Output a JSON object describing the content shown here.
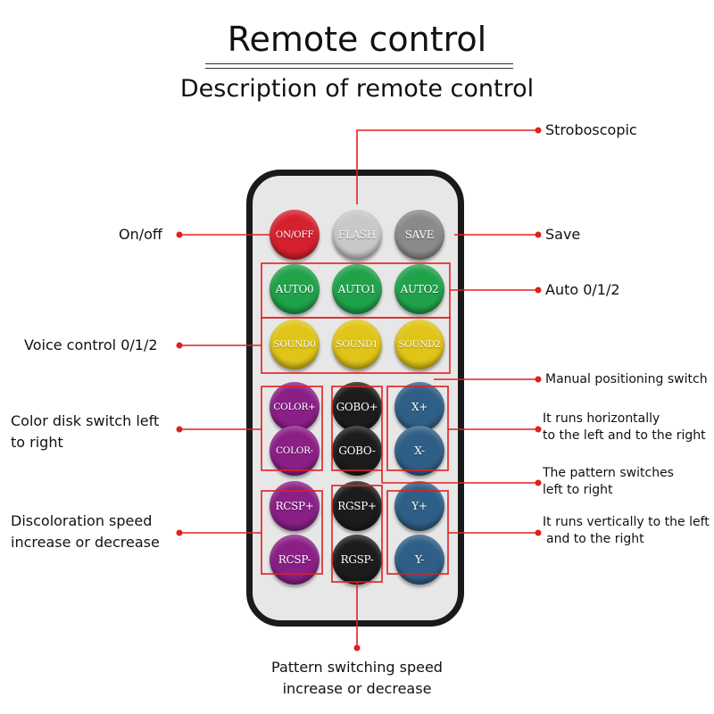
{
  "header": {
    "title": "Remote control",
    "subtitle": "Description of remote control"
  },
  "colors": {
    "red": "#d5202e",
    "light_gray": "#c8c8c8",
    "gray": "#8a8a8a",
    "green": "#1fa24a",
    "yellow": "#e0c418",
    "purple": "#8a1f86",
    "black": "#1c1c1c",
    "teal": "#2f5f86",
    "callout": "#e02020"
  },
  "buttons": [
    {
      "id": "onoff",
      "label": "ON/OFF",
      "color": "red"
    },
    {
      "id": "flash",
      "label": "FLASH",
      "color": "light_gray"
    },
    {
      "id": "save",
      "label": "SAVE",
      "color": "gray"
    },
    {
      "id": "auto0",
      "label": "AUTO0",
      "color": "green"
    },
    {
      "id": "auto1",
      "label": "AUTO1",
      "color": "green"
    },
    {
      "id": "auto2",
      "label": "AUTO2",
      "color": "green"
    },
    {
      "id": "sound0",
      "label": "SOUND0",
      "color": "yellow"
    },
    {
      "id": "sound1",
      "label": "SOUND1",
      "color": "yellow"
    },
    {
      "id": "sound2",
      "label": "SOUND2",
      "color": "yellow"
    },
    {
      "id": "color-plus",
      "label": "COLOR+",
      "color": "purple"
    },
    {
      "id": "gobo-plus",
      "label": "GOBO+",
      "color": "black"
    },
    {
      "id": "x-plus",
      "label": "X+",
      "color": "teal"
    },
    {
      "id": "color-minus",
      "label": "COLOR-",
      "color": "purple"
    },
    {
      "id": "gobo-minus",
      "label": "GOBO-",
      "color": "black"
    },
    {
      "id": "x-minus",
      "label": "X-",
      "color": "teal"
    },
    {
      "id": "rcsp-plus",
      "label": "RCSP+",
      "color": "purple"
    },
    {
      "id": "rgsp-plus",
      "label": "RGSP+",
      "color": "black"
    },
    {
      "id": "y-plus",
      "label": "Y+",
      "color": "teal"
    },
    {
      "id": "rcsp-minus",
      "label": "RCSP-",
      "color": "purple"
    },
    {
      "id": "rgsp-minus",
      "label": "RGSP-",
      "color": "black"
    },
    {
      "id": "y-minus",
      "label": "Y-",
      "color": "teal"
    }
  ],
  "callouts": {
    "stroboscopic": "Stroboscopic",
    "on_off": "On/off",
    "save": "Save",
    "auto": "Auto 0/1/2",
    "voice": "Voice control 0/1/2",
    "manual_line": "Manual positioning switch",
    "color_disk_1": "Color disk switch left",
    "color_disk_2": "to right",
    "horizontal_1": "It runs horizontally",
    "horizontal_2": "to the left and to the right",
    "pattern_1": "The pattern switches",
    "pattern_2": "left to right",
    "discolor_1": "Discoloration speed",
    "discolor_2": "increase or decrease",
    "vertical_1": "It runs vertically to the left",
    "vertical_2": "and to the right",
    "pattern_speed_1": "Pattern switching speed",
    "pattern_speed_2": "increase or decrease"
  }
}
